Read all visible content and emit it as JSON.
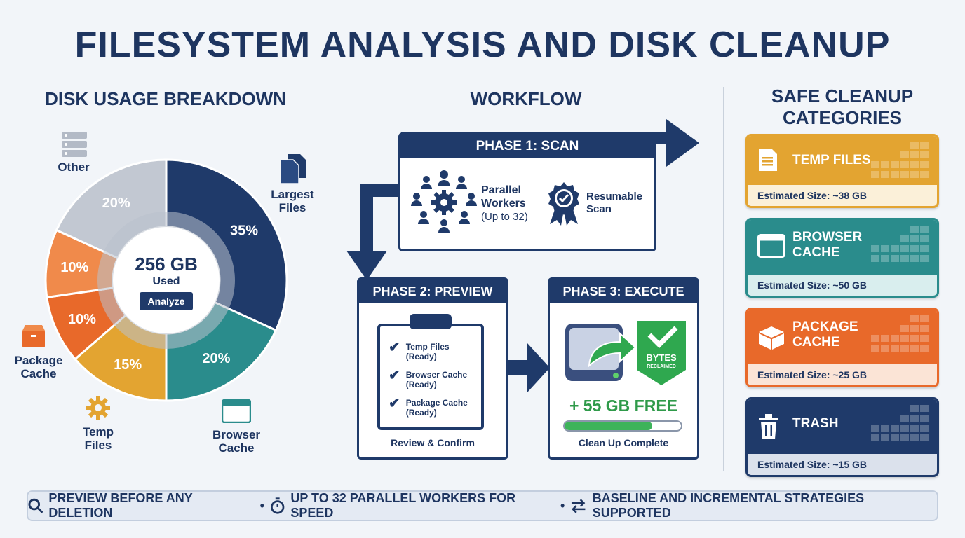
{
  "title": "FILESYSTEM ANALYSIS AND DISK CLEANUP",
  "usage": {
    "heading": "DISK USAGE BREAKDOWN",
    "center_value": "256 GB",
    "center_label": "Used",
    "analyze_button": "Analyze",
    "segments": [
      {
        "label": "Largest Files",
        "percent_label": "35%",
        "color": "#1f3a6a"
      },
      {
        "label": "Browser Cache",
        "percent_label": "20%",
        "color": "#2a8c8c"
      },
      {
        "label": "Temp Files",
        "percent_label": "15%",
        "color": "#e3a431"
      },
      {
        "label": "Package Cache",
        "percent_label": "10%",
        "color": "#e8692a"
      },
      {
        "label": "Package Cache",
        "percent_label": "10%",
        "color": "#f08a4b"
      },
      {
        "label": "Other",
        "percent_label": "20%",
        "color": "#c2c8d2"
      }
    ],
    "labels": {
      "other": "Other",
      "largest_files": "Largest Files",
      "package_cache": "Package Cache",
      "temp_files": "Temp Files",
      "browser_cache": "Browser Cache"
    }
  },
  "workflow": {
    "heading": "WORKFLOW",
    "phase1": {
      "title": "PHASE 1: SCAN",
      "item1_title": "Parallel Workers",
      "item1_sub": "(Up to 32)",
      "item2_title": "Resumable Scan"
    },
    "phase2": {
      "title": "PHASE 2: PREVIEW",
      "items": [
        {
          "name": "Temp Files",
          "status": "(Ready)"
        },
        {
          "name": "Browser Cache",
          "status": "(Ready)"
        },
        {
          "name": "Package Cache",
          "status": "(Ready)"
        }
      ],
      "footer": "Review & Confirm"
    },
    "phase3": {
      "title": "PHASE 3: EXECUTE",
      "badge_top": "BYTES",
      "badge_bottom": "RECLAIMED",
      "freed": "+ 55 GB FREE",
      "progress": 0.75,
      "footer": "Clean Up Complete"
    }
  },
  "categories": {
    "heading_line1": "SAFE CLEANUP",
    "heading_line2": "CATEGORIES",
    "items": [
      {
        "name_line1": "TEMP FILES",
        "name_line2": "",
        "size": "Estimated Size: ~38 GB",
        "color": "#e3a431",
        "light": "#fbf0d9",
        "icon": "document-icon"
      },
      {
        "name_line1": "BROWSER",
        "name_line2": "CACHE",
        "size": "Estimated Size: ~50 GB",
        "color": "#2a8c8c",
        "light": "#d9eeee",
        "icon": "browser-window-icon"
      },
      {
        "name_line1": "PACKAGE",
        "name_line2": "CACHE",
        "size": "Estimated Size: ~25 GB",
        "color": "#e8692a",
        "light": "#fbe4d6",
        "icon": "package-box-icon"
      },
      {
        "name_line1": "TRASH",
        "name_line2": "",
        "size": "Estimated Size: ~15 GB",
        "color": "#1f3a6a",
        "light": "#dbe1ec",
        "icon": "trash-icon"
      }
    ]
  },
  "footer": {
    "item1": "PREVIEW BEFORE ANY DELETION",
    "item2": "UP TO 32 PARALLEL WORKERS FOR SPEED",
    "item3": "BASELINE AND INCREMENTAL STRATEGIES SUPPORTED",
    "separator": "•"
  }
}
